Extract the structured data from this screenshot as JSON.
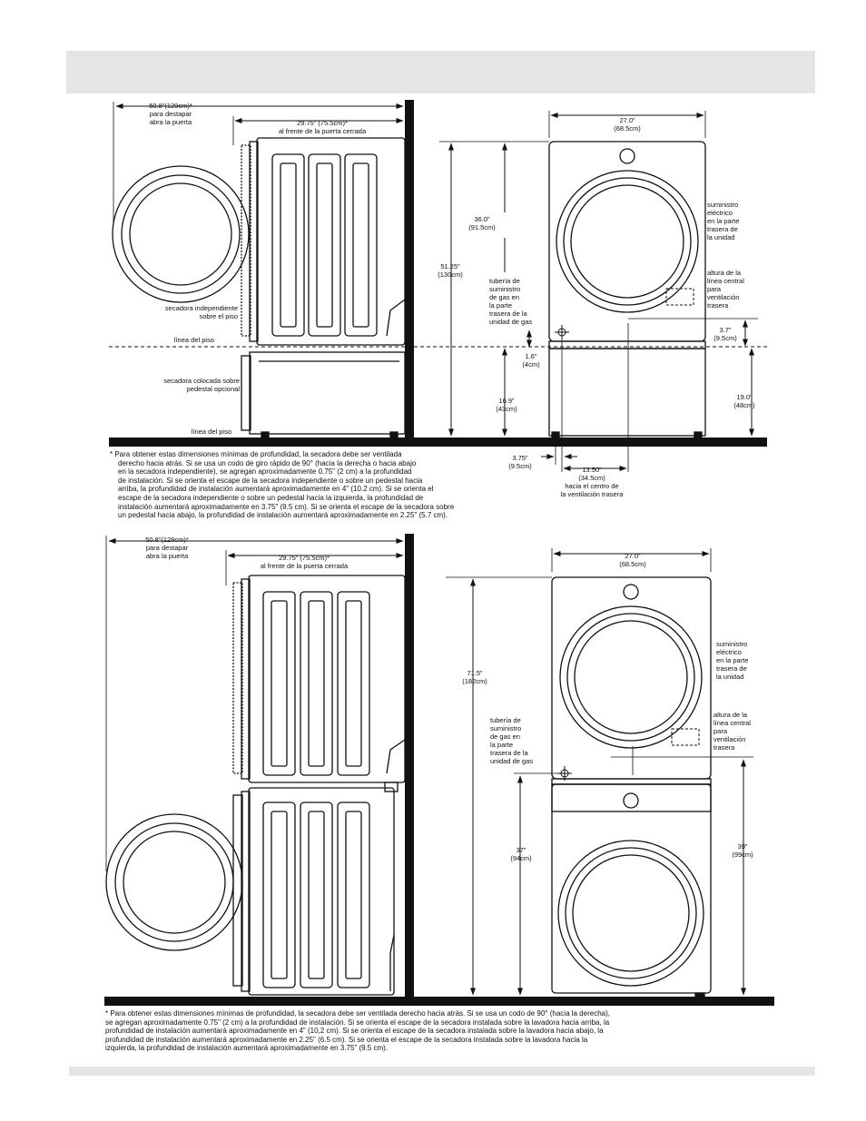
{
  "top_side": {
    "clearance": "50.8”(129cm)*\npara destapar\nabra la puerta",
    "depth": "29.75” (75.5cm)*\nal frente de la puerta cerrada",
    "standalone": "secadora independiente\nsobre el piso",
    "floor_line_1": "línea del piso",
    "pedestal": "secadora colocada sobre\npedestal opcional",
    "floor_line_2": "línea del piso"
  },
  "top_front": {
    "width": "27.0”\n(68.5cm)",
    "height_dryer": "36.0”\n(91.5cm)",
    "height_total": "51.25”\n(130cm)",
    "gas": "tubería de\nsuministro\nde gas en\nla parte\ntrasera de la\nunidad de gas",
    "electric": "suministro\neléctrico\nen la parte\ntrasera de\nla unidad",
    "vent_height": "altura de la\nlínea central\npara\nventilación\ntrasera",
    "d_3_7": "3.7”\n(9.5cm)",
    "d_1_6": "1.6”\n(4cm)",
    "d_16_9": "16.9”\n(43cm)",
    "d_19_0": "19.0”\n(48cm)",
    "d_3_75": "3.75”\n(9.5cm)",
    "d_13_50": "13.50”\n(34.5cm)\nhacia el centro de\nla ventilación trasera"
  },
  "note_top": [
    "* Para obtener estas dimensiones mínimas de profundidad, la secadora debe ser ventilada",
    "derecho hacia atrás. Si se usa un codo de giro rápido de 90° (hacia la derecha o hacia abajo",
    "en la secadora independiente), se agregan aproximadamente 0.75\" (2 cm) a la profundidad",
    "de instalación. Si se orienta el escape de la secadora independiente o sobre un pedestal hacia",
    "arriba, la profundidad de instalación aumentará aproximadamente en 4\" (10.2 cm). Si se orienta el",
    "escape de la secadora independiente o sobre un pedestal hacia la izquierda, la profundidad de",
    "instalación aumentará aproximadamente en 3.75\" (9.5 cm). Si se orienta el escape de la secadora sobre",
    "un pedestal hacia abajo, la profundidad de instalación aumentará aproximadamente en 2.25\" (5.7 cm)."
  ],
  "bottom_side": {
    "clearance": "50.8”(129cm)*\npara destapar\nabra la puerta",
    "depth": "29.75” (75.5cm)*\nal frente de la puerta cerrada"
  },
  "bottom_front": {
    "width": "27.0”\n(68.5cm)",
    "height_total": "71.5”\n(182cm)",
    "electric": "suministro\neléctrico\nen la parte\ntrasera de\nla unidad",
    "vent_height": "altura de la\nlínea central\npara\nventilación\ntrasera",
    "gas": "tubería de\nsuministro\nde gas en\nla parte\ntrasera de la\nunidad de gas",
    "d_37": "37”\n(94cm)",
    "d_39": "39”\n(99cm)"
  },
  "note_bottom": [
    "*  Para obtener estas dimensiones mínimas de profundidad, la secadora debe ser ventilada derecho hacia atrás. Si se usa un codo de 90° (hacia la derecha),",
    "    se agregan aproximadamente 0.75\" (2 cm) a la profundidad de instalación. Si se orienta el escape de la secadora instalada sobre la lavadora hacia arriba, la",
    "    profundidad de instalación aumentará aproximadamente en 4\" (10,2 cm). Si se orienta el escape de la secadora instalada sobre la lavadora hacia abajo, la",
    "    profundidad de instalación aumentará aproximadamente en 2.25\" (6.5 cm). Si se orienta el escape de la secadora instalada sobre la lavadora hacia la",
    "    izquierda, la profundidad de instalación aumentará aproximadamente en 3.75\" (9.5 cm)."
  ]
}
